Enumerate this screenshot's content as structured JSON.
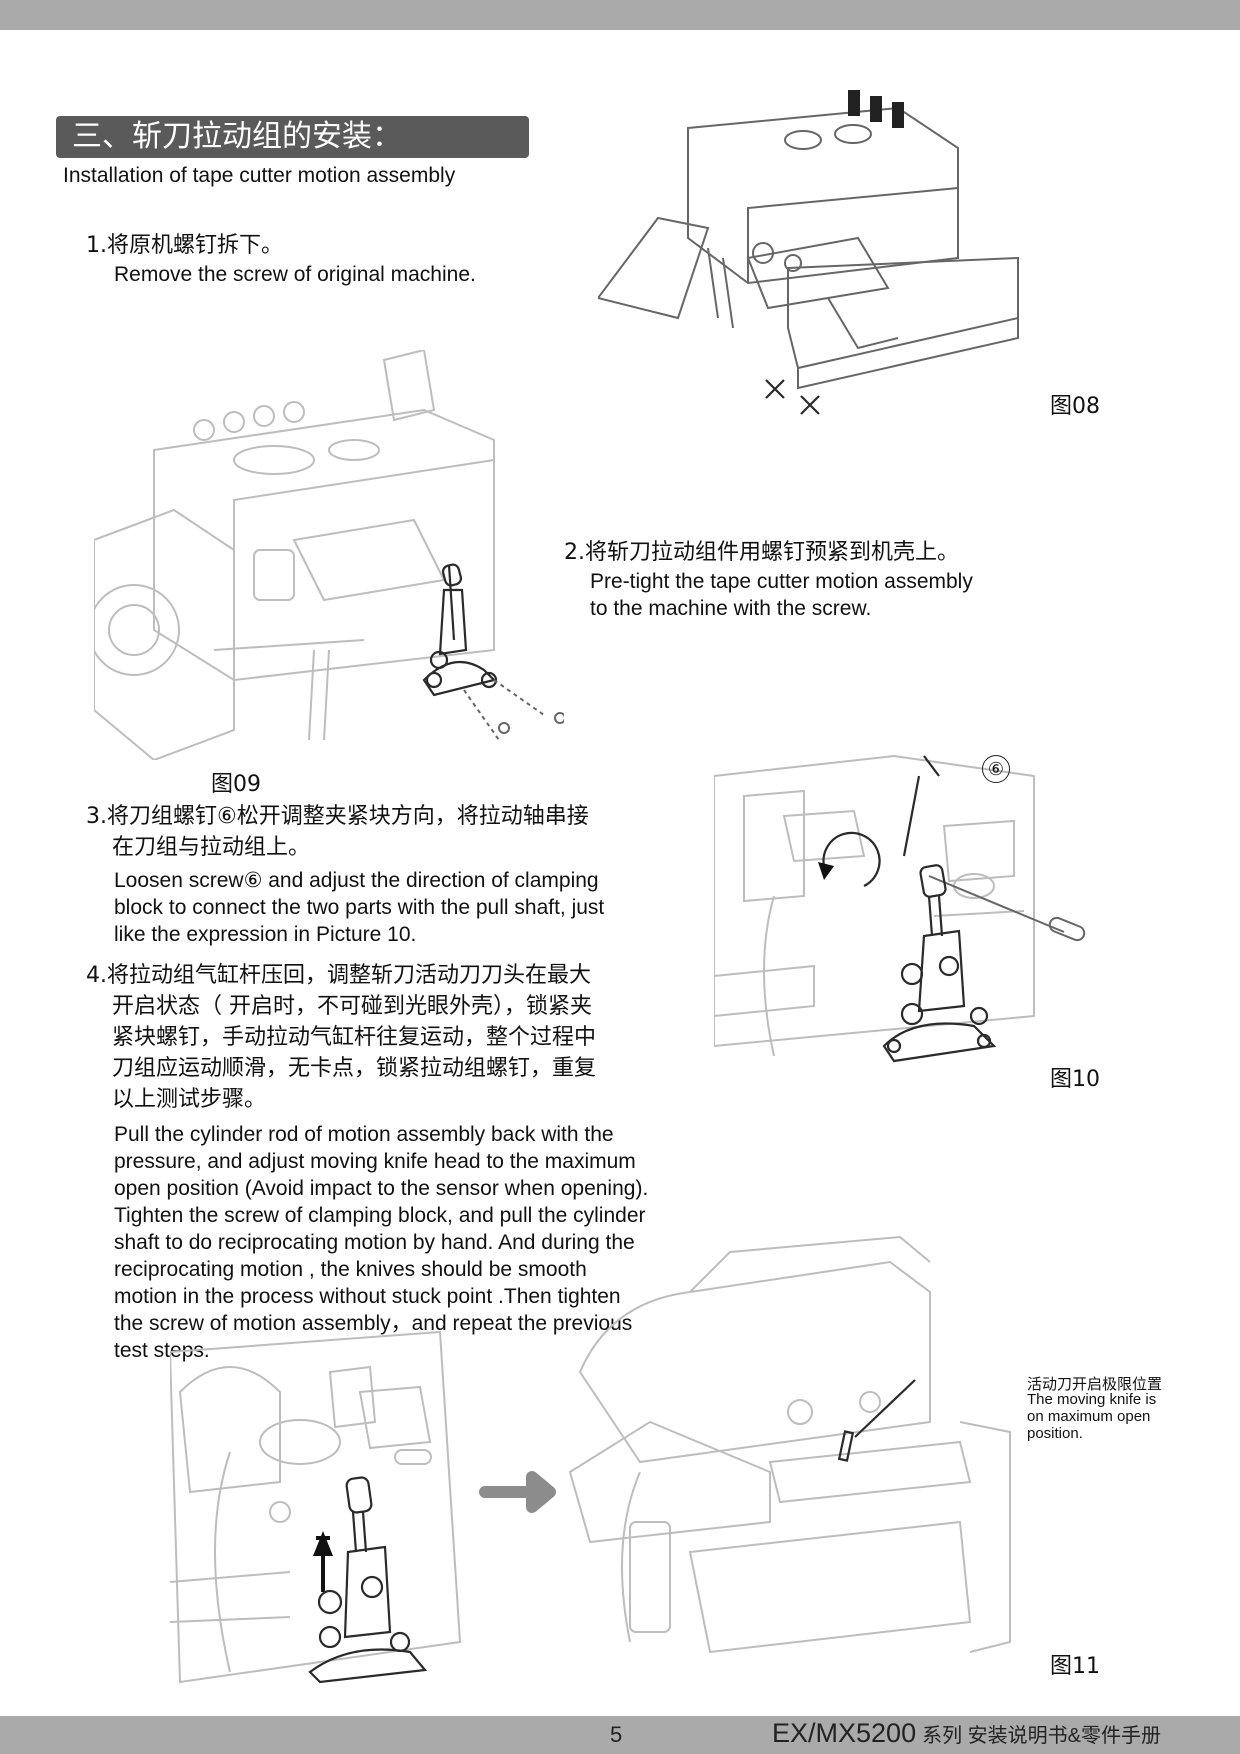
{
  "section": {
    "title": "三、斩刀拉动组的安装：",
    "subtitle": "Installation of tape cutter motion assembly"
  },
  "steps": [
    {
      "cn": [
        "1.将原机螺钉拆下。"
      ],
      "en": [
        "Remove the screw of original machine."
      ]
    },
    {
      "cn": [
        "2.将斩刀拉动组件用螺钉预紧到机壳上。"
      ],
      "en": [
        "Pre-tight the tape cutter motion assembly",
        "to the machine with the screw."
      ]
    },
    {
      "cn": [
        "3.将刀组螺钉⑥松开调整夹紧块方向，将拉动轴串接",
        "在刀组与拉动组上。"
      ],
      "en": [
        "Loosen screw⑥ and adjust the direction of clamping",
        "block to connect the two parts with the pull shaft, just",
        "like the expression in Picture 10."
      ]
    },
    {
      "cn": [
        "4.将拉动组气缸杆压回，调整斩刀活动刀刀头在最大",
        "开启状态（ 开启时，不可碰到光眼外壳），锁紧夹",
        "紧块螺钉，手动拉动气缸杆往复运动，整个过程中",
        "刀组应运动顺滑，无卡点，锁紧拉动组螺钉，重复",
        "以上测试步骤。"
      ],
      "en": [
        "Pull the cylinder rod of motion assembly back with the",
        "pressure, and adjust moving knife head to the maximum",
        "open position (Avoid impact to the sensor when opening).",
        "Tighten the screw of clamping block, and pull the cylinder",
        "shaft to do reciprocating motion by hand. And during the",
        "reciprocating motion , the knives should be smooth",
        "motion in the process without stuck point .Then tighten",
        "the screw of motion assembly，and repeat the previous",
        "test steps."
      ]
    }
  ],
  "figures": {
    "fig08": "图08",
    "fig09": "图09",
    "fig10": "图10",
    "fig11": "图11"
  },
  "fig10_marker": "⑥",
  "callout": {
    "cn": "活动刀开启极限位置",
    "en": [
      "The moving knife is",
      "on maximum open",
      "position."
    ]
  },
  "footer": {
    "page_number": "5",
    "model": "EX/MX5200",
    "subtitle": "系列  安装说明书&零件手册"
  },
  "colors": {
    "header_bg": "#5a5a5a",
    "bar_gray": "#aaaaaa"
  }
}
